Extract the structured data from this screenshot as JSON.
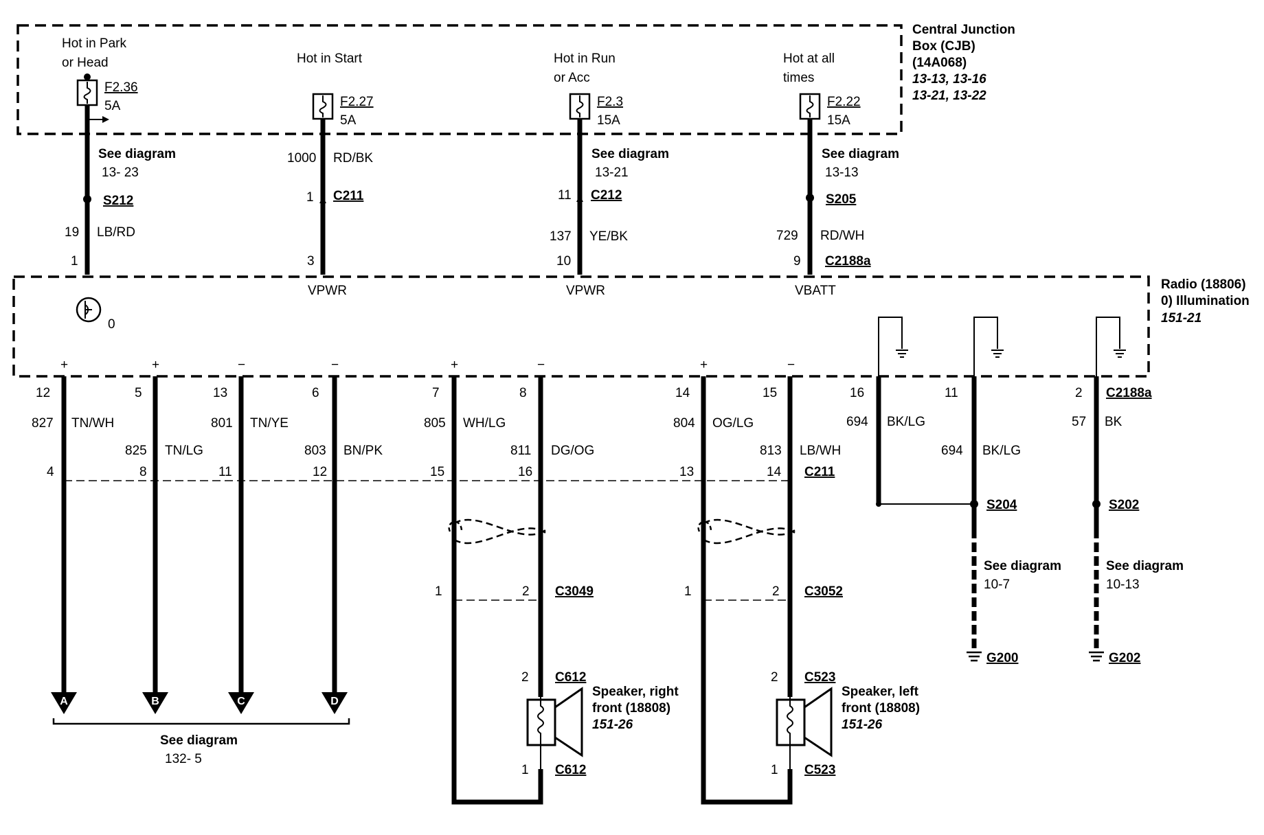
{
  "cjb": {
    "title_line1": "Central Junction",
    "title_line2": "Box (CJB)",
    "title_line3": "(14A068)",
    "refs_line1": "13-13, 13-16",
    "refs_line2": "13-21, 13-22"
  },
  "fuses": [
    {
      "label1": "Hot in Park",
      "label2": "or Head",
      "fuse": "F2.36",
      "amps": "5A"
    },
    {
      "label1": "Hot in Start",
      "label2": "",
      "fuse": "F2.27",
      "amps": "5A"
    },
    {
      "label1": "Hot in Run",
      "label2": "or Acc",
      "fuse": "F2.3",
      "amps": "15A"
    },
    {
      "label1": "Hot at all",
      "label2": "times",
      "fuse": "F2.22",
      "amps": "15A"
    }
  ],
  "upper_wires": [
    {
      "see1": "See diagram",
      "see2": "13- 23",
      "splice": "S212",
      "circuit": "19",
      "color": "LB/RD",
      "pin": "1"
    },
    {
      "circuit_top": "1000",
      "color": "RD/BK",
      "conn_pin": "1",
      "conn": "C211",
      "pin": "3",
      "signal": "VPWR"
    },
    {
      "see1": "See diagram",
      "see2": "13-21",
      "conn_pin": "11",
      "conn": "C212",
      "circuit": "137",
      "color": "YE/BK",
      "pin": "10",
      "signal": "VPWR"
    },
    {
      "see1": "See diagram",
      "see2": "13-13",
      "splice": "S205",
      "circuit": "729",
      "color": "RD/WH",
      "pin": "9",
      "conn": "C2188a",
      "signal": "VBATT"
    }
  ],
  "radio": {
    "title_line1": "Radio (18806)",
    "title_line2": "0)  Illumination",
    "ref": "151-21",
    "illum_sub": "0"
  },
  "lower_wires": [
    {
      "pin": "12",
      "pol": "+",
      "circuit": "827",
      "color": "TN/WH",
      "c211": "4",
      "arrow": "A"
    },
    {
      "pin": "5",
      "pol": "+",
      "circuit": "825",
      "color": "TN/LG",
      "c211": "8",
      "arrow": "B"
    },
    {
      "pin": "13",
      "pol": "−",
      "circuit": "801",
      "color": "TN/YE",
      "c211": "11",
      "arrow": "C"
    },
    {
      "pin": "6",
      "pol": "−",
      "circuit": "803",
      "color": "BN/PK",
      "c211": "12",
      "arrow": "D"
    },
    {
      "pin": "7",
      "pol": "+",
      "circuit": "805",
      "color": "WH/LG",
      "c211": "15",
      "conn_pin": "1"
    },
    {
      "pin": "8",
      "pol": "−",
      "circuit": "811",
      "color": "DG/OG",
      "c211": "16",
      "conn_pin": "2",
      "conn": "C3049"
    },
    {
      "pin": "14",
      "pol": "+",
      "circuit": "804",
      "color": "OG/LG",
      "c211": "13",
      "conn_pin": "1"
    },
    {
      "pin": "15",
      "pol": "−",
      "circuit": "813",
      "color": "LB/WH",
      "c211": "14",
      "conn_pin": "2",
      "conn": "C3052"
    },
    {
      "pin": "16",
      "circuit": "694",
      "color": "BK/LG"
    },
    {
      "pin": "11",
      "circuit": "694",
      "color": "BK/LG",
      "splice": "S204",
      "see1": "See diagram",
      "see2": "10-7",
      "ground": "G200"
    },
    {
      "pin": "2",
      "circuit": "57",
      "color": "BK",
      "conn": "C2188a",
      "splice": "S202",
      "see1": "See diagram",
      "see2": "10-13",
      "ground": "G202"
    }
  ],
  "c211_label": "C211",
  "see_abcd": {
    "line1": "See diagram",
    "line2": "132- 5"
  },
  "speakers": [
    {
      "title1": "Speaker, right",
      "title2": "front (18808)",
      "ref": "151-26",
      "top_pin": "2",
      "top_conn": "C612",
      "bot_pin": "1",
      "bot_conn": "C612"
    },
    {
      "title1": "Speaker, left",
      "title2": "front (18808)",
      "ref": "151-26",
      "top_pin": "2",
      "top_conn": "C523",
      "bot_pin": "1",
      "bot_conn": "C523"
    }
  ]
}
